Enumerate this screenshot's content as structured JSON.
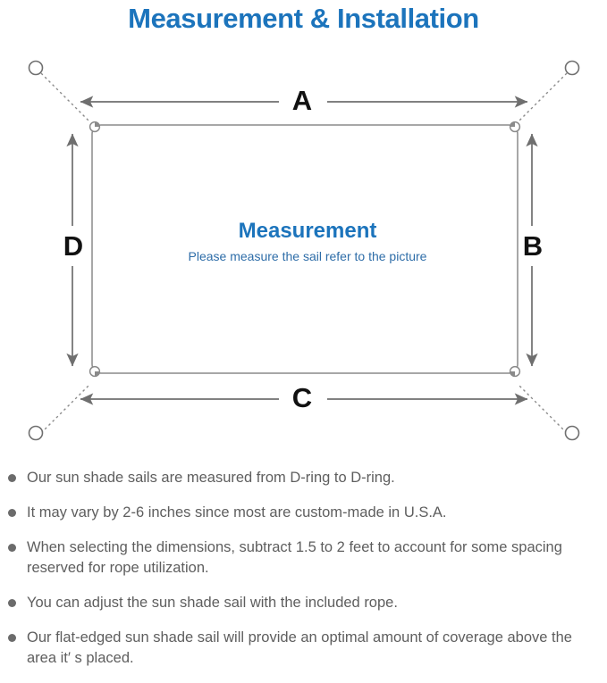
{
  "page": {
    "title": "Measurement & Installation",
    "title_color": "#1c74bc",
    "background": "#ffffff"
  },
  "diagram": {
    "type": "sun-shade-sail-measurement-diagram",
    "sail": {
      "heading": "Measurement",
      "heading_color": "#1c74bc",
      "subtitle": "Please measure the sail refer to the picture",
      "subtitle_color": "#2e6da8",
      "edge_color": "#8a8a8a"
    },
    "dimension_labels": {
      "top": "A",
      "right": "B",
      "bottom": "C",
      "left": "D"
    },
    "dimension_label_color": "#111111",
    "arrow_color": "#6f6f6f",
    "rope_line_color": "#8a8a8a",
    "anchor_point_color": "#6f6f6f",
    "d_ring_color": "#8a8a8a",
    "anchor_count": 4,
    "d_ring_count": 4
  },
  "notes": [
    "Our sun shade sails are measured from D-ring to D-ring.",
    "It may vary by 2-6 inches since most are custom-made in U.S.A.",
    "When selecting the dimensions, subtract 1.5 to 2 feet to account for some spacing reserved for rope utilization.",
    "You can adjust the sun shade sail with the included rope.",
    "Our flat-edged sun shade sail will provide an optimal amount of coverage above the area it′  s placed."
  ]
}
